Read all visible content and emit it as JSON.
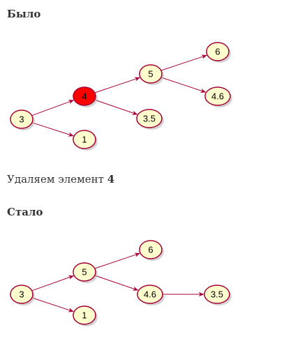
{
  "before": {
    "heading": "Было",
    "nodes": [
      {
        "id": "n3",
        "label": "3",
        "highlight": false
      },
      {
        "id": "n4",
        "label": "4",
        "highlight": true
      },
      {
        "id": "n1",
        "label": "1",
        "highlight": false
      },
      {
        "id": "n5",
        "label": "5",
        "highlight": false
      },
      {
        "id": "n3_5",
        "label": "3.5",
        "highlight": false
      },
      {
        "id": "n6",
        "label": "6",
        "highlight": false
      },
      {
        "id": "n4_6",
        "label": "4.6",
        "highlight": false
      }
    ],
    "edges": [
      {
        "from": "n3",
        "to": "n4"
      },
      {
        "from": "n3",
        "to": "n1"
      },
      {
        "from": "n4",
        "to": "n5"
      },
      {
        "from": "n4",
        "to": "n3_5"
      },
      {
        "from": "n5",
        "to": "n6"
      },
      {
        "from": "n5",
        "to": "n4_6"
      }
    ]
  },
  "action": {
    "prefix": "Удаляем элемент ",
    "value": "4"
  },
  "after": {
    "heading": "Стало",
    "nodes": [
      {
        "id": "n3",
        "label": "3",
        "highlight": false
      },
      {
        "id": "n5",
        "label": "5",
        "highlight": false
      },
      {
        "id": "n1",
        "label": "1",
        "highlight": false
      },
      {
        "id": "n6",
        "label": "6",
        "highlight": false
      },
      {
        "id": "n4_6",
        "label": "4.6",
        "highlight": false
      },
      {
        "id": "n3_5",
        "label": "3.5",
        "highlight": false
      }
    ],
    "edges": [
      {
        "from": "n3",
        "to": "n5"
      },
      {
        "from": "n3",
        "to": "n1"
      },
      {
        "from": "n5",
        "to": "n6"
      },
      {
        "from": "n5",
        "to": "n4_6"
      },
      {
        "from": "n4_6",
        "to": "n3_5"
      }
    ]
  },
  "colors": {
    "node_fill": "#fefece",
    "node_stroke": "#a80036",
    "highlight_fill": "#ff0000",
    "edge": "#a80036",
    "shadow": "#b8b8b8"
  }
}
